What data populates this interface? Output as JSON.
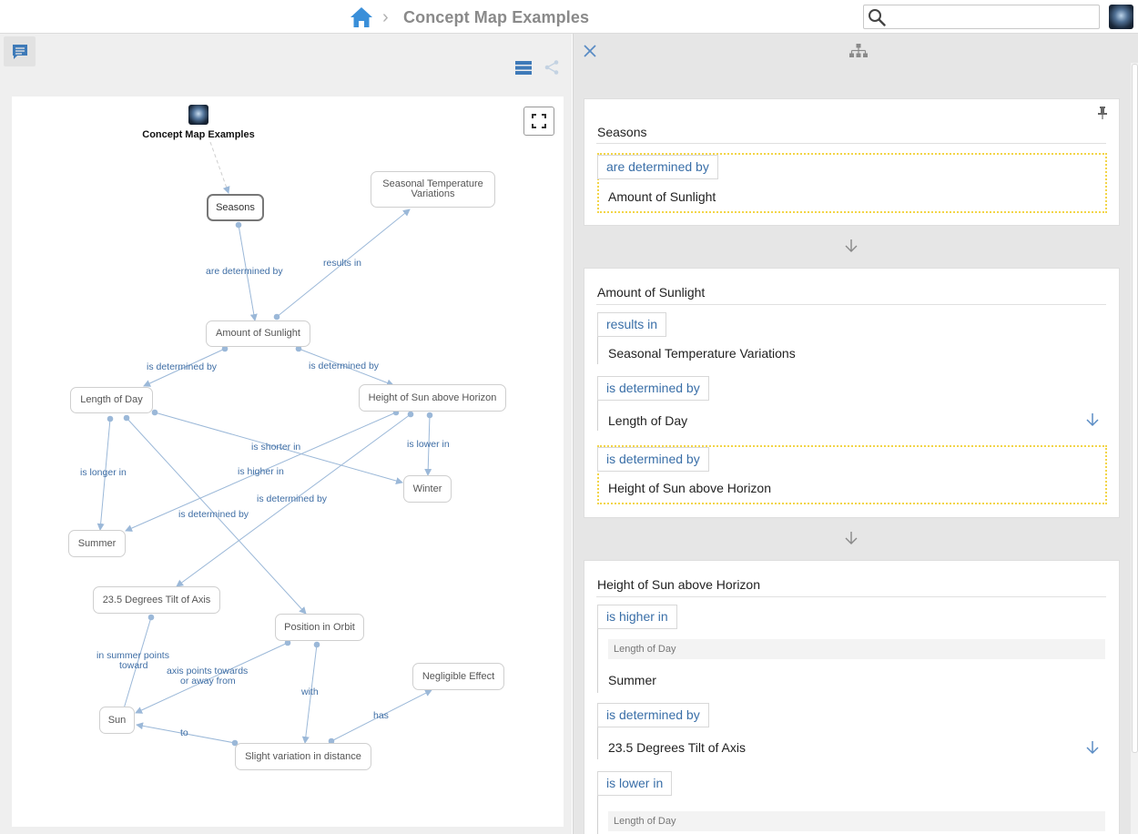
{
  "header": {
    "breadcrumb_title": "Concept Map Examples",
    "search_placeholder": ""
  },
  "map": {
    "root_label": "Concept Map Examples",
    "nodes": {
      "seasons": "Seasons",
      "seasonal_temp": "Seasonal Temperature Variations",
      "amount_sunlight": "Amount of Sunlight",
      "length_day": "Length of Day",
      "height_sun": "Height of Sun above Horizon",
      "winter": "Winter",
      "summer": "Summer",
      "tilt": "23.5 Degrees Tilt of Axis",
      "position_orbit": "Position in Orbit",
      "negligible": "Negligible Effect",
      "sun": "Sun",
      "slight_variation": "Slight variation in distance"
    },
    "links": {
      "are_determined_by": "are determined by",
      "results_in": "results in",
      "is_determined_by_1": "is determined by",
      "is_determined_by_2": "is determined by",
      "is_shorter_in": "is shorter in",
      "is_lower_in": "is lower in",
      "is_longer_in": "is longer in",
      "is_higher_in": "is higher in",
      "is_determined_by_3": "is determined by",
      "is_determined_by_4": "is determined by",
      "in_summer_points_toward_1": "in summer points",
      "in_summer_points_toward_2": "toward",
      "axis_points_1": "axis points towards",
      "axis_points_2": "or away from",
      "with": "with",
      "has": "has",
      "to": "to"
    }
  },
  "panel": {
    "cards": [
      {
        "title": "Seasons",
        "relations": [
          {
            "label": "are determined by",
            "target": "Amount of Sunlight"
          }
        ]
      },
      {
        "title": "Amount of Sunlight",
        "relations": [
          {
            "label": "results in",
            "target": "Seasonal Temperature Variations"
          },
          {
            "label": "is determined by",
            "target": "Length of Day"
          },
          {
            "label": "is determined by",
            "target": "Height of Sun above Horizon"
          }
        ]
      },
      {
        "title": "Height of Sun above Horizon",
        "relations": [
          {
            "label": "is higher in",
            "via": "Length of Day",
            "target": "Summer"
          },
          {
            "label": "is determined by",
            "target": "23.5 Degrees Tilt of Axis"
          },
          {
            "label": "is lower in",
            "via": "Length of Day"
          }
        ]
      }
    ]
  },
  "colors": {
    "accent": "#3a8fd9",
    "link_text": "#3f6ea5",
    "edge": "#9bb8d8",
    "highlight_border": "#f3d548"
  }
}
